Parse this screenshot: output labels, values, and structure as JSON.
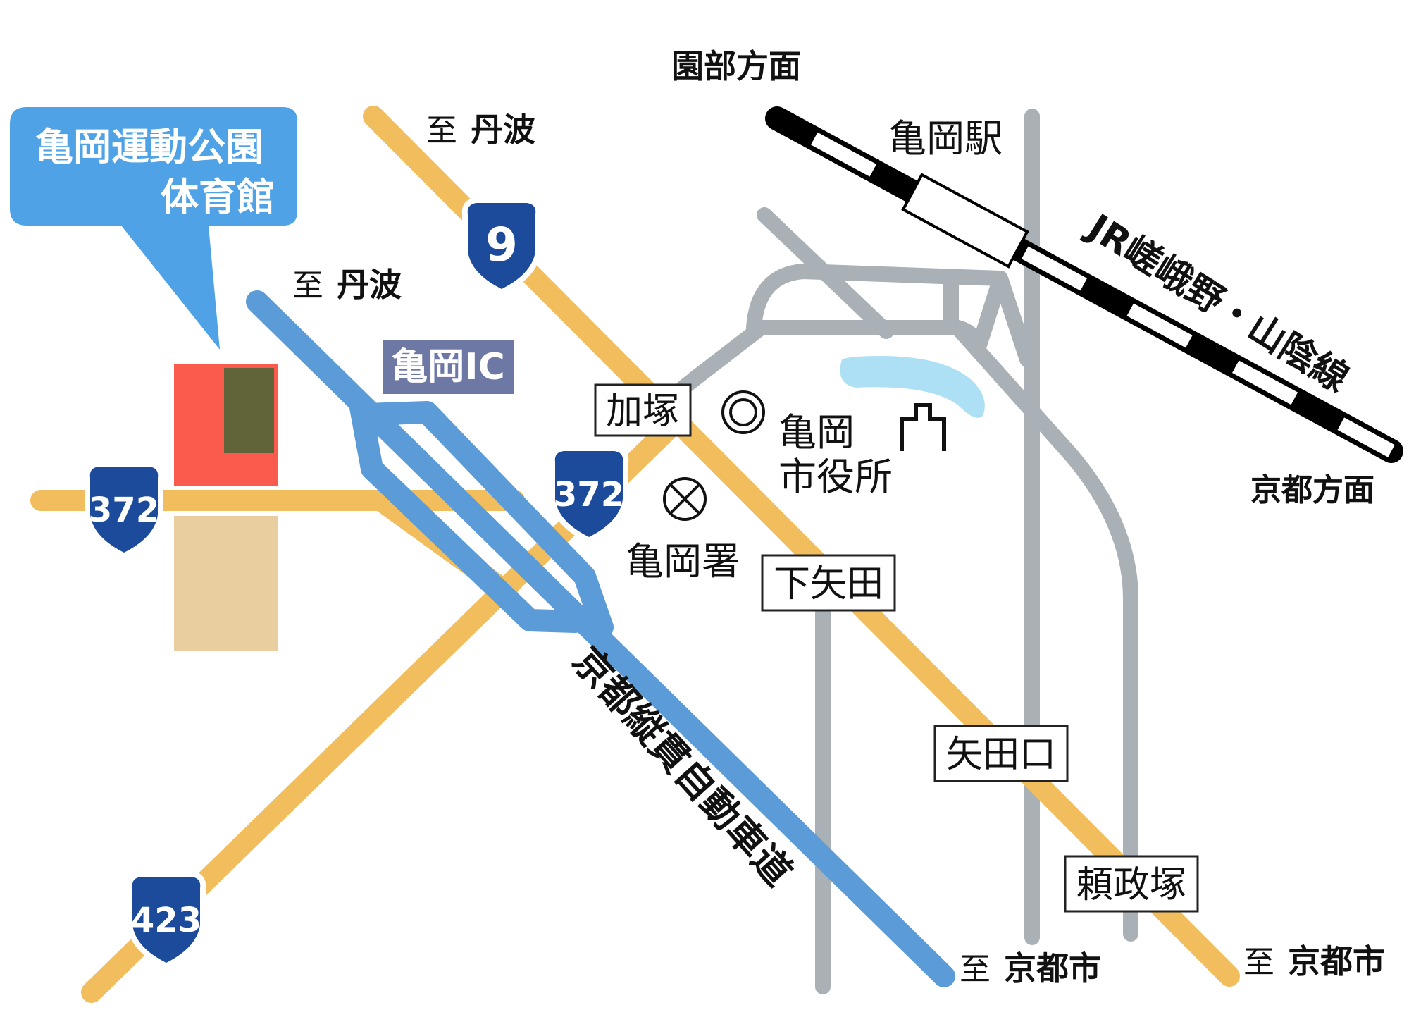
{
  "colors": {
    "national_road": "#f2bd5c",
    "expressway": "#5b9bd8",
    "local_road": "#a9b0b6",
    "rail_black": "#000000",
    "rail_white": "#ffffff",
    "callout": "#4fa2e6",
    "ic_label_bg": "#6d78a4",
    "gym": "#fb5b4c",
    "gym_inner": "#616338",
    "parking": "#e9cfa0",
    "pond": "#aee0f5",
    "shield": "#1b4b9a"
  },
  "callout": {
    "line1": "亀岡運動公園",
    "line2": "体育館"
  },
  "labels": {
    "sonobe": "園部方面",
    "kyoto_direction": "京都方面",
    "kameoka_station": "亀岡駅",
    "jr_line": "JR嵯峨野・山陰線",
    "to_tanba_1_prefix": "至",
    "to_tanba_1_name": "丹波",
    "to_tanba_2_prefix": "至",
    "to_tanba_2_name": "丹波",
    "to_kyoto_1_prefix": "至",
    "to_kyoto_1_name": "京都市",
    "to_kyoto_2_prefix": "至",
    "to_kyoto_2_name": "京都市",
    "kameoka_ic": "亀岡IC",
    "expressway_name": "京都縦貫自動車道",
    "city_hall_line1": "亀岡",
    "city_hall_line2": "市役所",
    "police": "亀岡署"
  },
  "intersections": {
    "kazuka": "加塚",
    "shimoyada": "下矢田",
    "yadaguchi": "矢田口",
    "yorimasazuka": "頼政塚"
  },
  "shields": {
    "r9": "9",
    "r372_west": "372",
    "r372_center": "372",
    "r423": "423"
  },
  "icons": {
    "city_hall": "city-hall-icon",
    "police": "police-station-icon",
    "shrine": "shrine-gate-icon",
    "route_shield": "route-shield-icon"
  }
}
